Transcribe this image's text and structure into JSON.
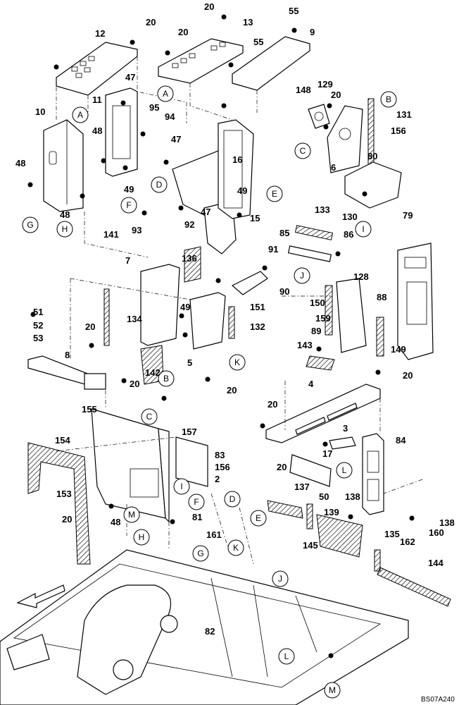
{
  "drawing_code": "BS07A240",
  "callouts": [
    "20",
    "13",
    "55",
    "9",
    "12",
    "20",
    "20",
    "55",
    "47",
    "11",
    "95",
    "94",
    "10",
    "48",
    "47",
    "16",
    "48",
    "49",
    "49",
    "47",
    "15",
    "48",
    "141",
    "93",
    "92",
    "148",
    "129",
    "20",
    "131",
    "156",
    "6",
    "80",
    "79",
    "130",
    "133",
    "85",
    "86",
    "91",
    "136",
    "7",
    "90",
    "151",
    "132",
    "134",
    "49",
    "51",
    "52",
    "53",
    "20",
    "8",
    "142",
    "20",
    "5",
    "20",
    "128",
    "88",
    "150",
    "159",
    "89",
    "143",
    "149",
    "4",
    "20",
    "20",
    "17",
    "3",
    "84",
    "157",
    "83",
    "156",
    "2",
    "155",
    "154",
    "153",
    "20",
    "48",
    "81",
    "20",
    "139",
    "137",
    "50",
    "138",
    "135",
    "161",
    "162",
    "160",
    "138",
    "145",
    "144",
    "82"
  ],
  "reference_letters": [
    "A",
    "A",
    "B",
    "B",
    "C",
    "C",
    "D",
    "D",
    "E",
    "E",
    "F",
    "F",
    "G",
    "G",
    "H",
    "H",
    "I",
    "I",
    "J",
    "J",
    "K",
    "K",
    "L",
    "L",
    "M",
    "M"
  ],
  "direction_arrow": "front-arrow-icon"
}
